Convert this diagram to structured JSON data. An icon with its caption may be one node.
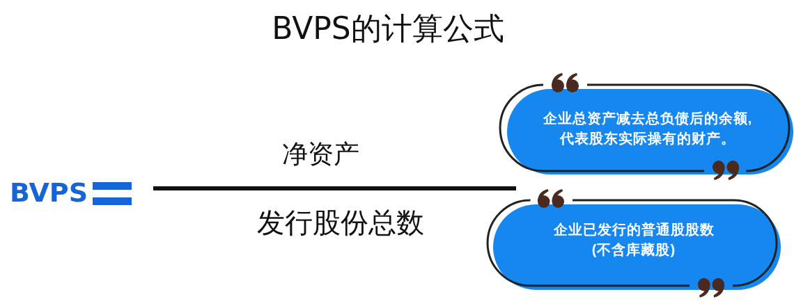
{
  "diagram": {
    "title": "BVPS的计算公式",
    "nodes": [
      {
        "text": [
          "企业总资产减去总负债后的余额,代表股东实际操有的财产。"
        ]
      },
      {
        "text": [
          "企业已发行的普通股股数(不含库藏股)"
        ]
      }
    ],
    "labels": [
      "BVPS",
      "净资产",
      "发行股份总数"
    ]
  }
}
